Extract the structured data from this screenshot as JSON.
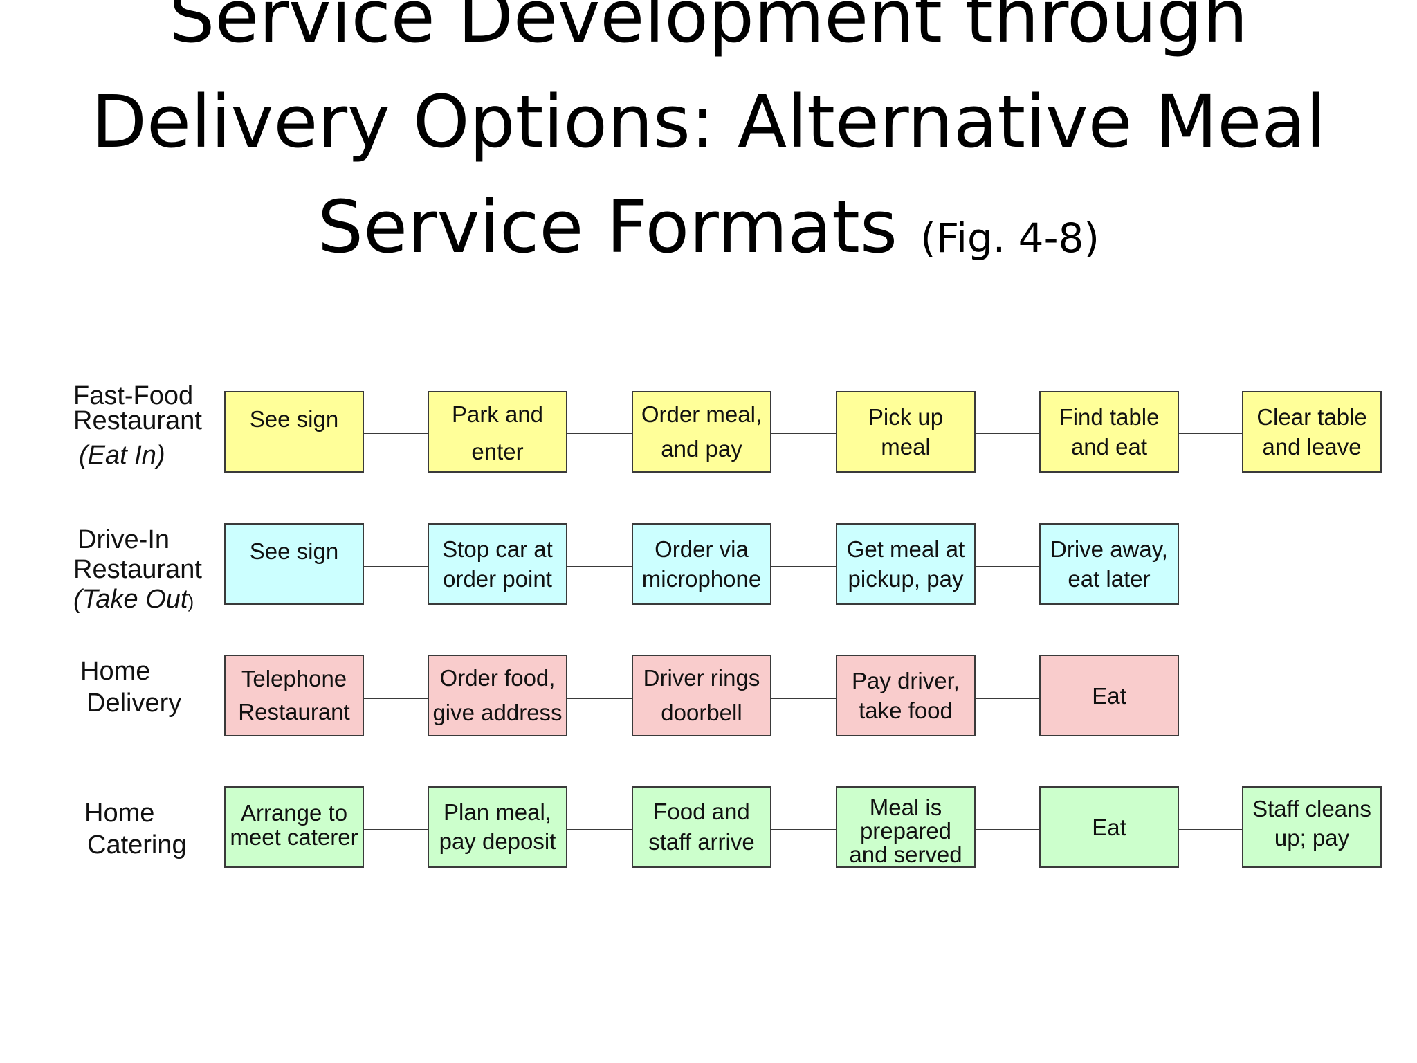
{
  "title": {
    "line1": "Service Development through",
    "line2": "Delivery Options: Alternative Meal",
    "line3": "Service Formats",
    "fig": "(Fig. 4-8)"
  },
  "colors": {
    "yellow": "#ffff99",
    "cyan": "#ccffff",
    "pink": "#f9cccc",
    "green": "#ccffcc",
    "border": "#3a3a3a"
  },
  "rows": [
    {
      "label_lines": [
        "Fast-Food",
        "Restaurant"
      ],
      "label_italic": "(Eat In)",
      "color": "#ffff99",
      "steps": [
        "See sign",
        "Park and\nenter",
        "Order meal,\nand pay",
        "Pick up\nmeal",
        "Find table\nand eat",
        "Clear table\nand leave"
      ]
    },
    {
      "label_lines": [
        "Drive-In",
        "Restaurant"
      ],
      "label_italic": "(Take Out",
      "label_tail": ")",
      "color": "#ccffff",
      "steps": [
        "See sign",
        "Stop car at\norder point",
        "Order via\nmicrophone",
        "Get meal at\npickup, pay",
        "Drive away,\neat later"
      ]
    },
    {
      "label_lines": [
        "Home",
        "Delivery"
      ],
      "color": "#f9cccc",
      "steps": [
        "Telephone\nRestaurant",
        "Order food,\ngive address",
        "Driver rings\ndoorbell",
        "Pay driver,\ntake food",
        "Eat"
      ]
    },
    {
      "label_lines": [
        "Home",
        "Catering"
      ],
      "color": "#ccffcc",
      "steps": [
        "Arrange to\nmeet caterer",
        "Plan meal,\npay deposit",
        "Food and\nstaff arrive",
        "Meal is\nprepared\nand served",
        "Eat",
        "Staff cleans\nup; pay"
      ]
    }
  ]
}
